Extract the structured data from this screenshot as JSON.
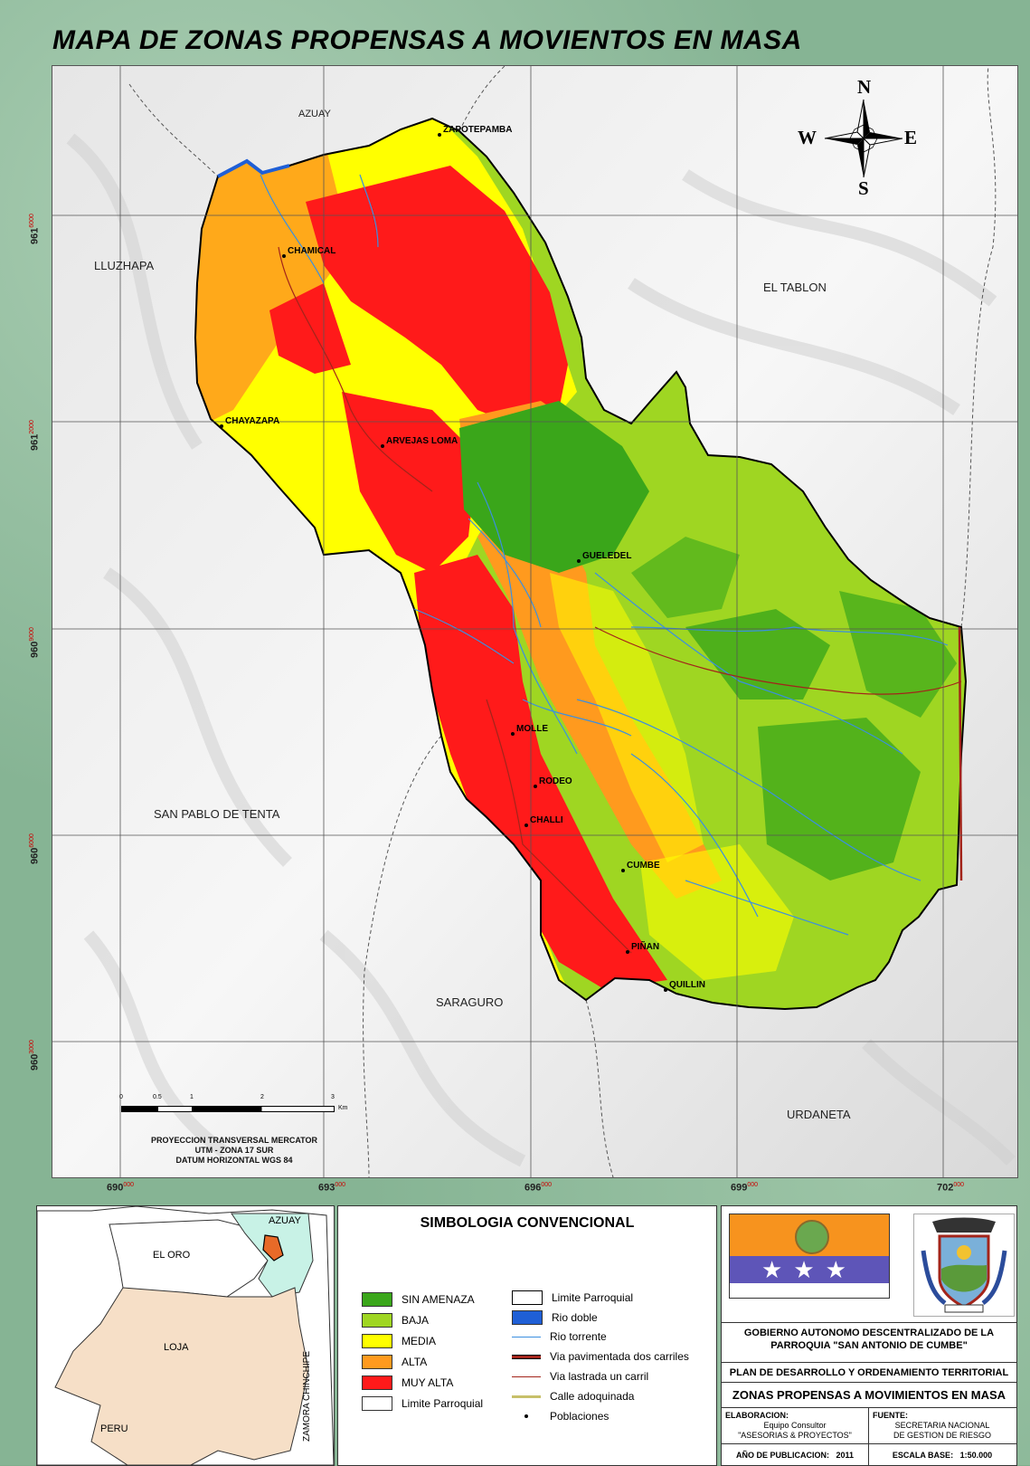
{
  "title": "MAPA DE ZONAS PROPENSAS A MOVIENTOS EN MASA",
  "compass": {
    "n": "N",
    "s": "S",
    "e": "E",
    "w": "W"
  },
  "grid": {
    "x": [
      {
        "main": "690",
        "sup": "000"
      },
      {
        "main": "693",
        "sup": "000"
      },
      {
        "main": "696",
        "sup": "000"
      },
      {
        "main": "699",
        "sup": "000"
      },
      {
        "main": "702",
        "sup": "000"
      }
    ],
    "y": [
      {
        "main": "961",
        "sup": "6000"
      },
      {
        "main": "961",
        "sup": "2000"
      },
      {
        "main": "960",
        "sup": "9000"
      },
      {
        "main": "960",
        "sup": "6000"
      },
      {
        "main": "960",
        "sup": "3000"
      }
    ]
  },
  "regions": {
    "azuay": "AZUAY",
    "lluzhapa": "LLUZHAPA",
    "el_tablon": "EL TABLON",
    "san_pablo": "SAN PABLO DE TENTA",
    "saraguro": "SARAGURO",
    "urdaneta": "URDANETA"
  },
  "towns": {
    "zapotepamba": "ZAPOTEPAMBA",
    "chamical": "CHAMICAL",
    "chayazapa": "CHAYAZAPA",
    "arvejas_loma": "ARVEJAS LOMA",
    "gueledel": "GUELEDEL",
    "molle": "MOLLE",
    "rodeo": "RODEO",
    "challi": "CHALLI",
    "cumbe": "CUMBE",
    "pinan": "PIÑAN",
    "quillin": "QUILLIN"
  },
  "scale": {
    "ticks": [
      "0",
      "0.5",
      "1",
      "2",
      "3"
    ],
    "unit": "Km",
    "projection": [
      "PROYECCION TRANSVERSAL MERCATOR",
      "UTM - ZONA 17 SUR",
      "DATUM HORIZONTAL WGS 84"
    ]
  },
  "inset": {
    "el_oro": "EL ORO",
    "azuay": "AZUAY",
    "loja": "LOJA",
    "peru": "PERU",
    "zamora": "ZAMORA CHINCHIPE"
  },
  "legend": {
    "title": "SIMBOLOGIA CONVENCIONAL",
    "zones": [
      {
        "label": "SIN AMENAZA",
        "color": "#3aa61a"
      },
      {
        "label": "BAJA",
        "color": "#9fd622"
      },
      {
        "label": "MEDIA",
        "color": "#ffff00"
      },
      {
        "label": "ALTA",
        "color": "#ff9a1e"
      },
      {
        "label": "MUY ALTA",
        "color": "#ff1a1a"
      },
      {
        "label": "Limite Parroquial",
        "color": "#ffffff"
      }
    ],
    "lines": [
      {
        "label": "Limite Parroquial"
      },
      {
        "label": "Rio doble"
      },
      {
        "label": "Rio torrente"
      },
      {
        "label": "Via pavimentada dos carriles"
      },
      {
        "label": "Via lastrada un carril"
      },
      {
        "label": "Calle adoquinada"
      },
      {
        "label": "Poblaciones"
      }
    ]
  },
  "info": {
    "gad": "GOBIERNO AUTONOMO DESCENTRALIZADO DE LA PARROQUIA \"SAN ANTONIO DE CUMBE\"",
    "plan": "PLAN DE DESARROLLO Y ORDENAMIENTO TERRITORIAL",
    "map_title": "ZONAS PROPENSAS A MOVIMIENTOS EN MASA",
    "elab_label": "ELABORACION:",
    "elab_1": "Equipo Consultor",
    "elab_2": "\"ASESORIAS & PROYECTOS\"",
    "fuente_label": "FUENTE:",
    "fuente_1": "SECRETARIA NACIONAL",
    "fuente_2": "DE GESTION DE RIESGO",
    "year_label": "AÑO DE PUBLICACION:",
    "year": "2011",
    "scale_label": "ESCALA BASE:",
    "scale": "1:50.000"
  },
  "colors": {
    "sin_amenaza": "#3aa61a",
    "baja": "#9fd622",
    "media": "#ffff00",
    "alta": "#ff9a1e",
    "muy_alta": "#ff1a1a",
    "rio": "#3b8fe0",
    "flag_orange": "#f7931e",
    "flag_blue": "#5e55b8"
  }
}
